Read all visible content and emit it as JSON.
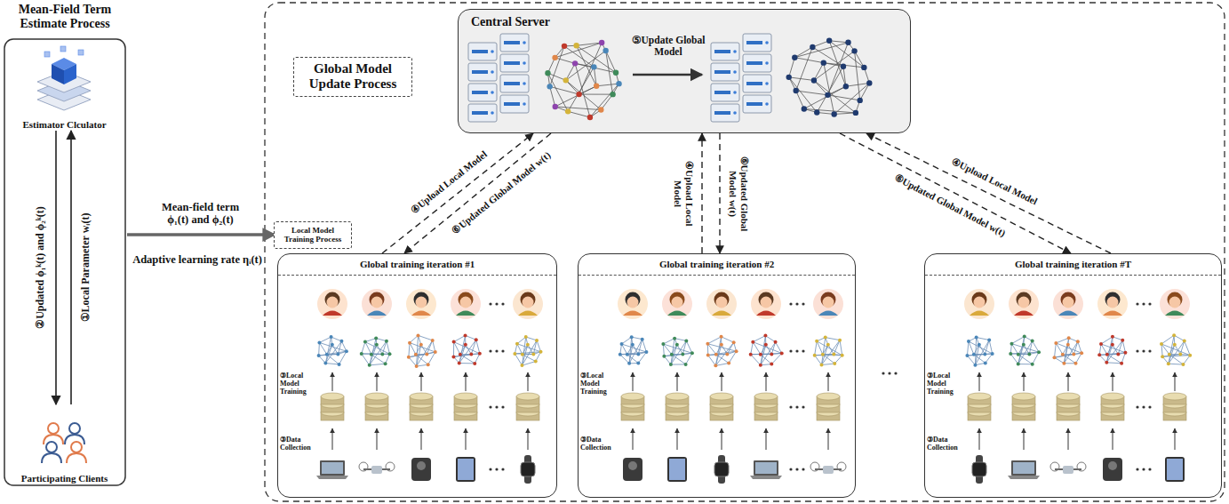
{
  "diagram": {
    "nodes": [
      {
        "text": [
          "Mean-Field Term Estimate Process"
        ]
      },
      {
        "text": [
          "Estimator Clculator"
        ],
        "in": 0
      },
      {
        "text": [
          "Participating Clients"
        ],
        "in": 0
      },
      {
        "text": [
          "Global Model Update Process"
        ]
      },
      {
        "text": [
          "Central Server"
        ]
      },
      {
        "text": [
          "Local Model Training Process"
        ]
      },
      {
        "text": [
          "Global training iteration #1"
        ]
      },
      {
        "text": [
          "Global training iteration #2"
        ]
      },
      {
        "text": [
          "Global training iteration #T"
        ]
      }
    ],
    "edges": [
      {
        "from": 2,
        "to": 1,
        "label": "①Local Parameter wᵢ(t)",
        "arrow": "to"
      },
      {
        "from": 1,
        "to": 2,
        "label": "②Updated ϕ₁ᵏ(t) and ϕ₂ᵏ(t)",
        "arrow": "to"
      },
      {
        "from": 0,
        "to": 5,
        "label": "Mean-field term ϕ₁(t) and ϕ₂(t)",
        "arrow": "to"
      },
      {
        "from": 6,
        "to": 4,
        "label": "④Upload Local Model",
        "arrow": "to"
      },
      {
        "from": 4,
        "to": 6,
        "label": "⑥Updated Global Model w(t)",
        "arrow": "to"
      },
      {
        "from": 7,
        "to": 4,
        "label": "④Upload Local Model",
        "arrow": "to"
      },
      {
        "from": 4,
        "to": 7,
        "label": "⑥Updated Global Model w(t)",
        "arrow": "to"
      },
      {
        "from": 8,
        "to": 4,
        "label": "④Upload Local Model",
        "arrow": "to"
      },
      {
        "from": 4,
        "to": 8,
        "label": "⑥Updated Global Model w(t)",
        "arrow": "to"
      }
    ],
    "labels": [
      "⑤Update Global Model",
      "Adaptive learning rate ηᵢ(t)",
      "③Local Model Training",
      "③Data Collection",
      "③Local Model Training",
      "③Data Collection",
      "③Local Model Training",
      "③Data Collection"
    ]
  }
}
